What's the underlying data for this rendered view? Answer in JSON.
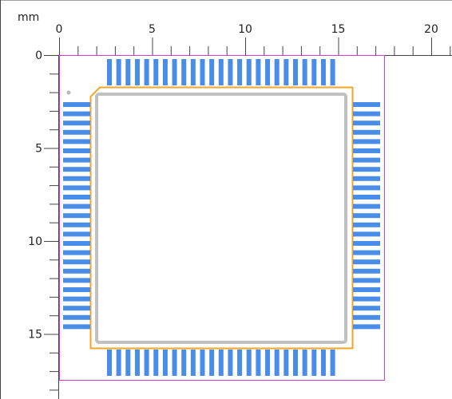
{
  "ruler": {
    "unit_label": "mm",
    "x_ticks": [
      "0",
      "5",
      "10",
      "15",
      "20"
    ],
    "y_ticks": [
      "0",
      "5",
      "10",
      "15"
    ]
  },
  "colors": {
    "pad": "#4a8de8",
    "courtyard": "#d63bd6",
    "silkscreen": "#f2a626",
    "body": "#c0c0c0",
    "pin1_marker": "#b8b8b8",
    "ruler": "#444444"
  },
  "footprint": {
    "pins_per_side": 25,
    "sides": [
      "top",
      "left",
      "bottom",
      "right"
    ]
  }
}
